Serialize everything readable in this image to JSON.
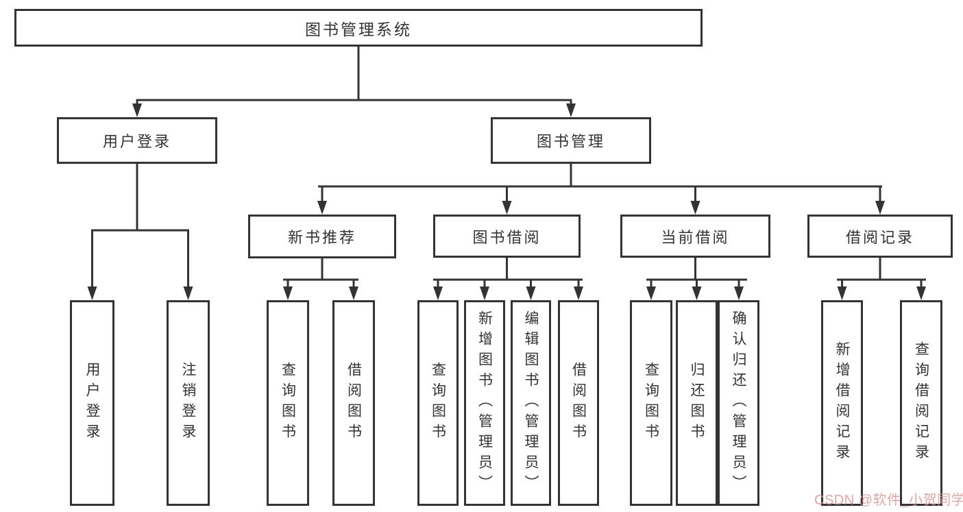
{
  "diagram_type": "hierarchy-tree",
  "colors": {
    "line": "#333333",
    "box_border": "#333333",
    "box_fill": "#ffffff",
    "text": "#333333",
    "watermark": "#d89696"
  },
  "tree": {
    "label": "图书管理系统",
    "children": [
      {
        "label": "用户登录",
        "children": [
          {
            "label": "用户登录"
          },
          {
            "label": "注销登录"
          }
        ]
      },
      {
        "label": "图书管理",
        "children": [
          {
            "label": "新书推荐",
            "children": [
              {
                "label": "查询图书"
              },
              {
                "label": "借阅图书"
              }
            ]
          },
          {
            "label": "图书借阅",
            "children": [
              {
                "label": "查询图书"
              },
              {
                "label": "新增图书（管理员）"
              },
              {
                "label": "编辑图书（管理员）"
              },
              {
                "label": "借阅图书"
              }
            ]
          },
          {
            "label": "当前借阅",
            "children": [
              {
                "label": "查询图书"
              },
              {
                "label": "归还图书"
              },
              {
                "label": "确认归还（管理员）"
              }
            ]
          },
          {
            "label": "借阅记录",
            "children": [
              {
                "label": "新增借阅记录"
              },
              {
                "label": "查询借阅记录"
              }
            ]
          }
        ]
      }
    ]
  },
  "watermark": {
    "text": "CSDN @软件_小贺同学"
  }
}
